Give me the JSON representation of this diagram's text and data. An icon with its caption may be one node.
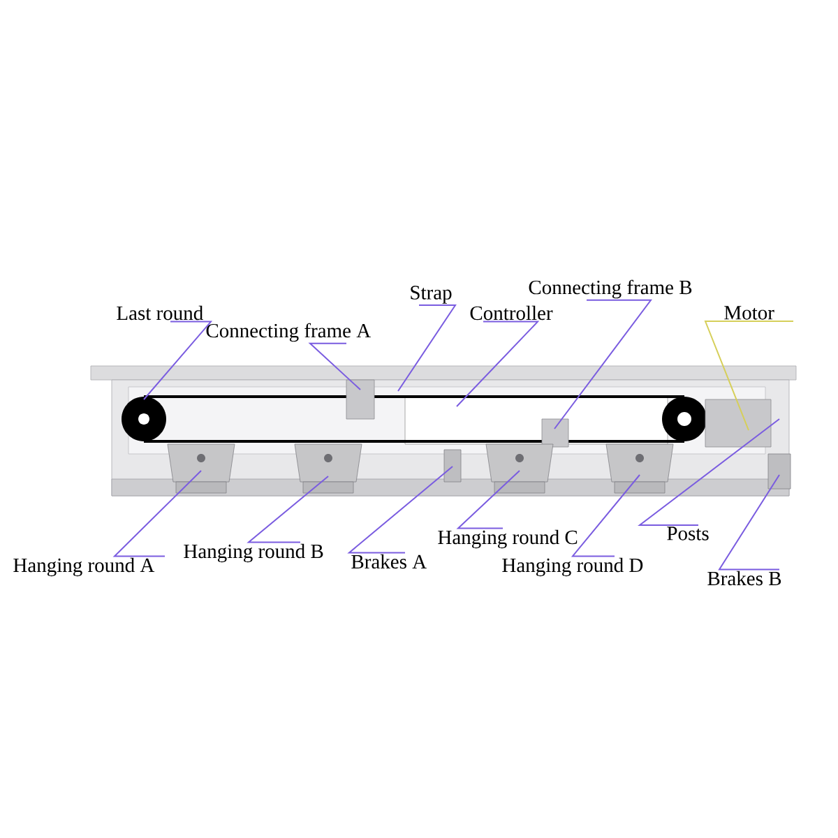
{
  "diagram": {
    "nodes": [
      {
        "text": [
          "Last round"
        ]
      },
      {
        "text": [
          "Connecting frame A"
        ]
      },
      {
        "text": [
          "Strap"
        ]
      },
      {
        "text": [
          "Controller"
        ]
      },
      {
        "text": [
          "Connecting frame B"
        ]
      },
      {
        "text": [
          "Motor"
        ]
      },
      {
        "text": [
          "Hanging round A"
        ]
      },
      {
        "text": [
          "Hanging round B"
        ]
      },
      {
        "text": [
          "Brakes A"
        ]
      },
      {
        "text": [
          "Hanging round C"
        ]
      },
      {
        "text": [
          "Hanging round D"
        ]
      },
      {
        "text": [
          "Posts"
        ]
      },
      {
        "text": [
          "Brakes B"
        ]
      }
    ],
    "edges": [
      {
        "from": 0,
        "to": null,
        "arrow": "none"
      },
      {
        "from": 1,
        "to": null,
        "arrow": "none"
      },
      {
        "from": 2,
        "to": null,
        "arrow": "none"
      },
      {
        "from": 3,
        "to": null,
        "arrow": "none"
      },
      {
        "from": 4,
        "to": null,
        "arrow": "none"
      },
      {
        "from": 5,
        "to": null,
        "arrow": "none",
        "color": "#d6cf5a"
      },
      {
        "from": 6,
        "to": null,
        "arrow": "none"
      },
      {
        "from": 7,
        "to": null,
        "arrow": "none"
      },
      {
        "from": 8,
        "to": null,
        "arrow": "none"
      },
      {
        "from": 9,
        "to": null,
        "arrow": "none"
      },
      {
        "from": 10,
        "to": null,
        "arrow": "none"
      },
      {
        "from": 11,
        "to": null,
        "arrow": "none"
      },
      {
        "from": 12,
        "to": null,
        "arrow": "none"
      }
    ]
  }
}
